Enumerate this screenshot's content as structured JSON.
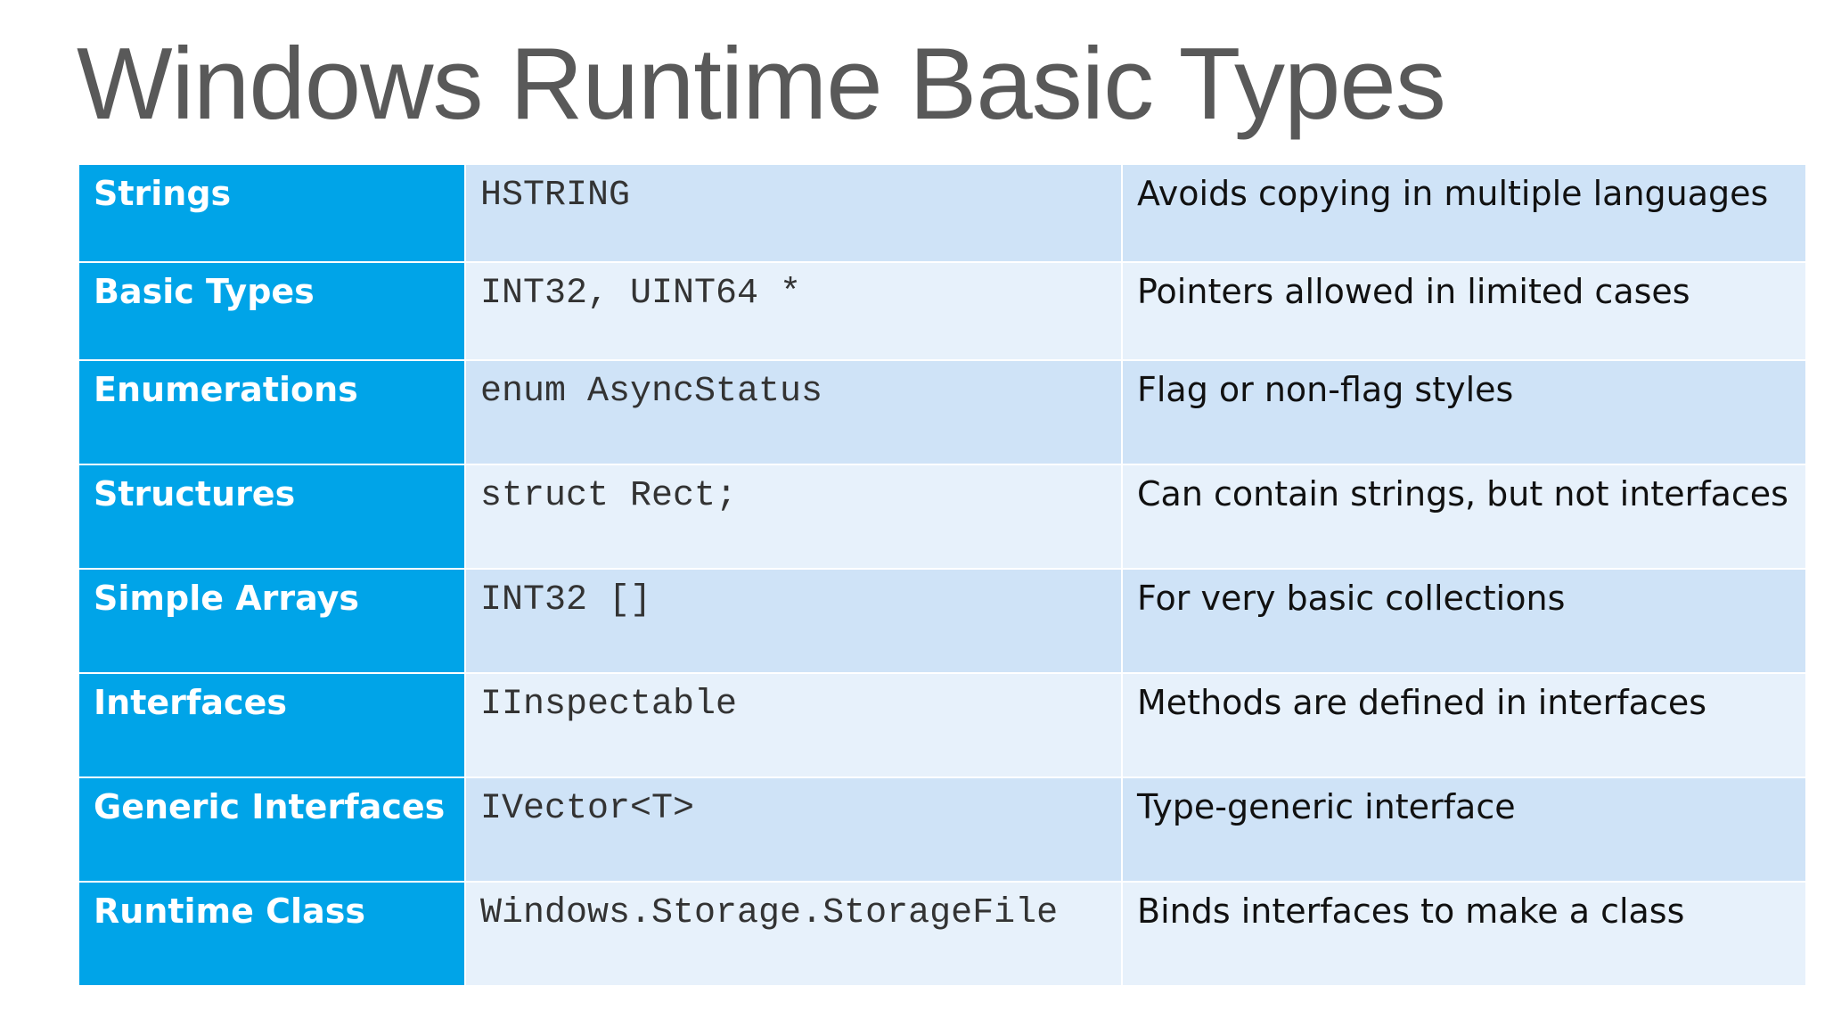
{
  "title": "Windows Runtime Basic Types",
  "rows": [
    {
      "name": "Strings",
      "code": "HSTRING",
      "description": "Avoids copying in multiple languages"
    },
    {
      "name": "Basic Types",
      "code": "INT32, UINT64 *",
      "description": "Pointers allowed in limited cases"
    },
    {
      "name": "Enumerations",
      "code": "enum AsyncStatus",
      "description": "Flag or non-flag styles"
    },
    {
      "name": "Structures",
      "code": "struct Rect;",
      "description": "Can contain strings, but not interfaces"
    },
    {
      "name": "Simple Arrays",
      "code": "INT32 []",
      "description": "For very basic collections"
    },
    {
      "name": "Interfaces",
      "code": "IInspectable",
      "description": "Methods are defined in interfaces"
    },
    {
      "name": "Generic Interfaces",
      "code": "IVector<T>",
      "description": "Type-generic interface"
    },
    {
      "name": "Runtime Class",
      "code": "Windows.Storage.StorageFile",
      "description": "Binds interfaces to make a class"
    }
  ],
  "colors": {
    "header_cell": "#00a4e8",
    "row_dark": "#cfe3f7",
    "row_light": "#e7f1fb",
    "title": "#595959"
  }
}
